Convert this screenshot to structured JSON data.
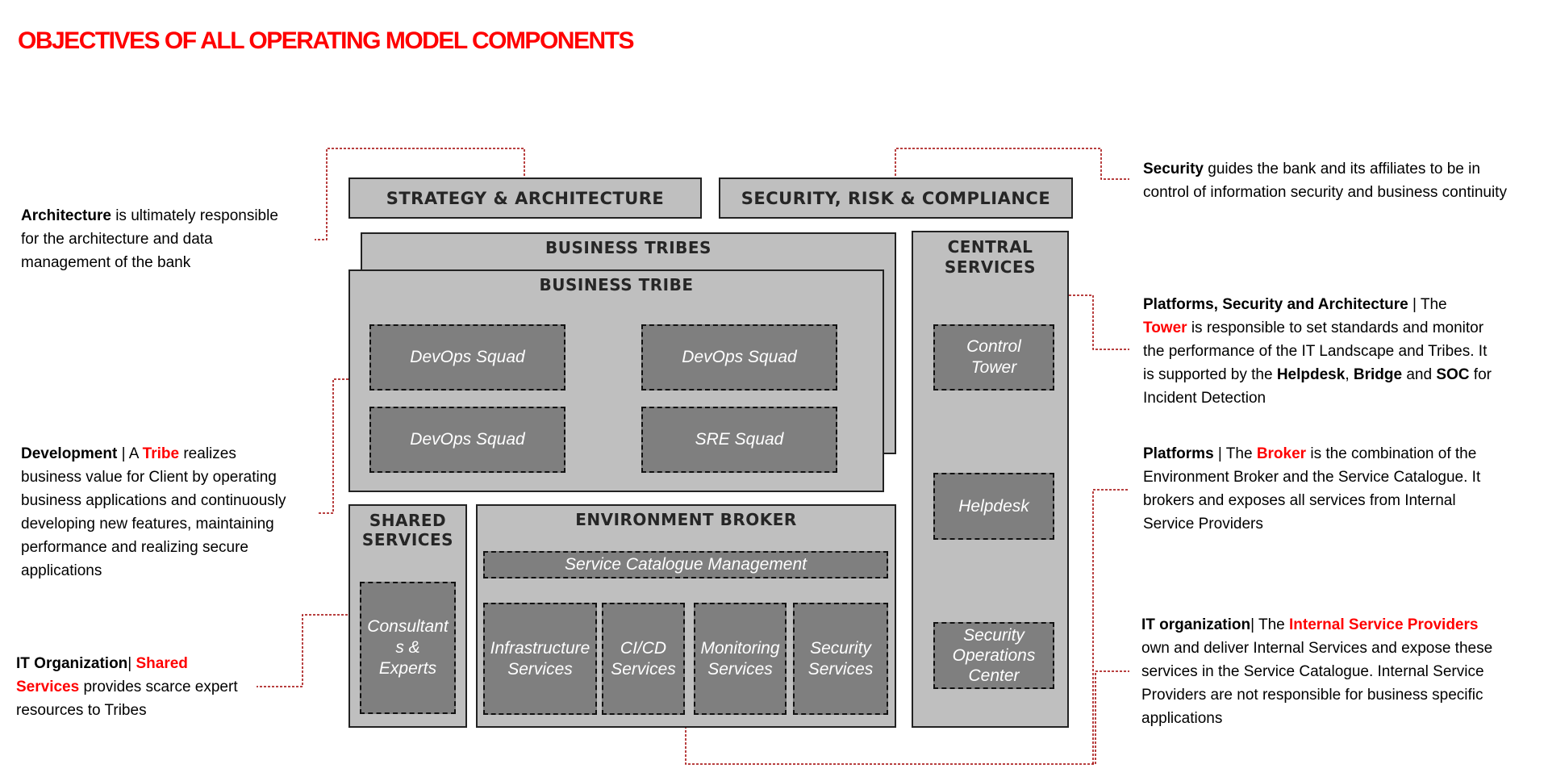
{
  "title": "OBJECTIVES OF ALL OPERATING MODEL COMPONENTS",
  "colors": {
    "accent": "#ff0000",
    "box_fill": "#bfbfbf",
    "component_fill": "#7f7f7f",
    "connector": "#a00000"
  },
  "blocks": {
    "strategy": "STRATEGY & ARCHITECTURE",
    "security": "SECURITY, RISK & COMPLIANCE",
    "business_tribes": "BUSINESS TRIBES",
    "business_tribe": "BUSINESS TRIBE",
    "central_services_1": "CENTRAL",
    "central_services_2": "SERVICES",
    "shared_services_1": "SHARED",
    "shared_services_2": "SERVICES",
    "environment_broker": "ENVIRONMENT BROKER"
  },
  "squads": [
    "DevOps Squad",
    "DevOps Squad",
    "DevOps Squad",
    "SRE Squad"
  ],
  "central": {
    "control_tower_1": "Control",
    "control_tower_2": "Tower",
    "helpdesk": "Helpdesk",
    "soc_1": "Security",
    "soc_2": "Operations",
    "soc_3": "Center"
  },
  "shared": {
    "line1": "Consultant",
    "line2": "s &",
    "line3": "Experts"
  },
  "broker": {
    "catalogue": "Service Catalogue Management",
    "infra_1": "Infrastructure",
    "infra_2": "Services",
    "cicd_1": "CI/CD",
    "cicd_2": "Services",
    "monitoring_1": "Monitoring",
    "monitoring_2": "Services",
    "security_1": "Security",
    "security_2": "Services"
  },
  "annotations": {
    "architecture": {
      "l1_bold": "Architecture",
      "l1_rest": " is ultimately responsible",
      "l2": "for the architecture and data",
      "l3": "management of the bank"
    },
    "security": {
      "l1_bold": "Security",
      "l1_rest": " guides the bank and its affiliates to be in",
      "l2": "control of information security and business continuity"
    },
    "development": {
      "l1_bold": "Development",
      "l1_mid": " | A ",
      "l1_red": "Tribe",
      "l1_rest": " realizes",
      "l2": "business value for Client by operating",
      "l3": "business applications and continuously",
      "l4": "developing new features, maintaining",
      "l5": "performance and realizing secure",
      "l6": "applications"
    },
    "shared": {
      "l1_bold": "IT Organization",
      "l1_mid": "| ",
      "l1_red": "Shared",
      "l2_red": "Services",
      "l2_rest": " provides scarce expert",
      "l3": "resources to Tribes"
    },
    "tower": {
      "l1_bold": "Platforms, Security and Architecture",
      "l1_rest": " | The",
      "l2_red": "Tower",
      "l2_rest": " is responsible to set standards and monitor",
      "l3": "the performance of the IT Landscape and Tribes. It",
      "l4_a": "is supported by the ",
      "l4_b1": "Helpdesk",
      "l4_c": ", ",
      "l4_b2": "Bridge",
      "l4_d": " and ",
      "l4_b3": "SOC",
      "l4_e": " for",
      "l5": "Incident Detection"
    },
    "broker": {
      "l1_bold": "Platforms",
      "l1_mid": " | The ",
      "l1_red": "Broker",
      "l1_rest": " is the combination of the",
      "l2": "Environment Broker and the Service Catalogue. It",
      "l3": "brokers and exposes all services from Internal",
      "l4": "Service Providers"
    },
    "providers": {
      "l1_bold": "IT organization",
      "l1_mid": "| The ",
      "l1_red": "Internal Service Providers",
      "l2": "own and deliver Internal Services and expose these",
      "l3": "services in the Service Catalogue. Internal Service",
      "l4": "Providers are not responsible for business specific",
      "l5": "applications"
    }
  }
}
